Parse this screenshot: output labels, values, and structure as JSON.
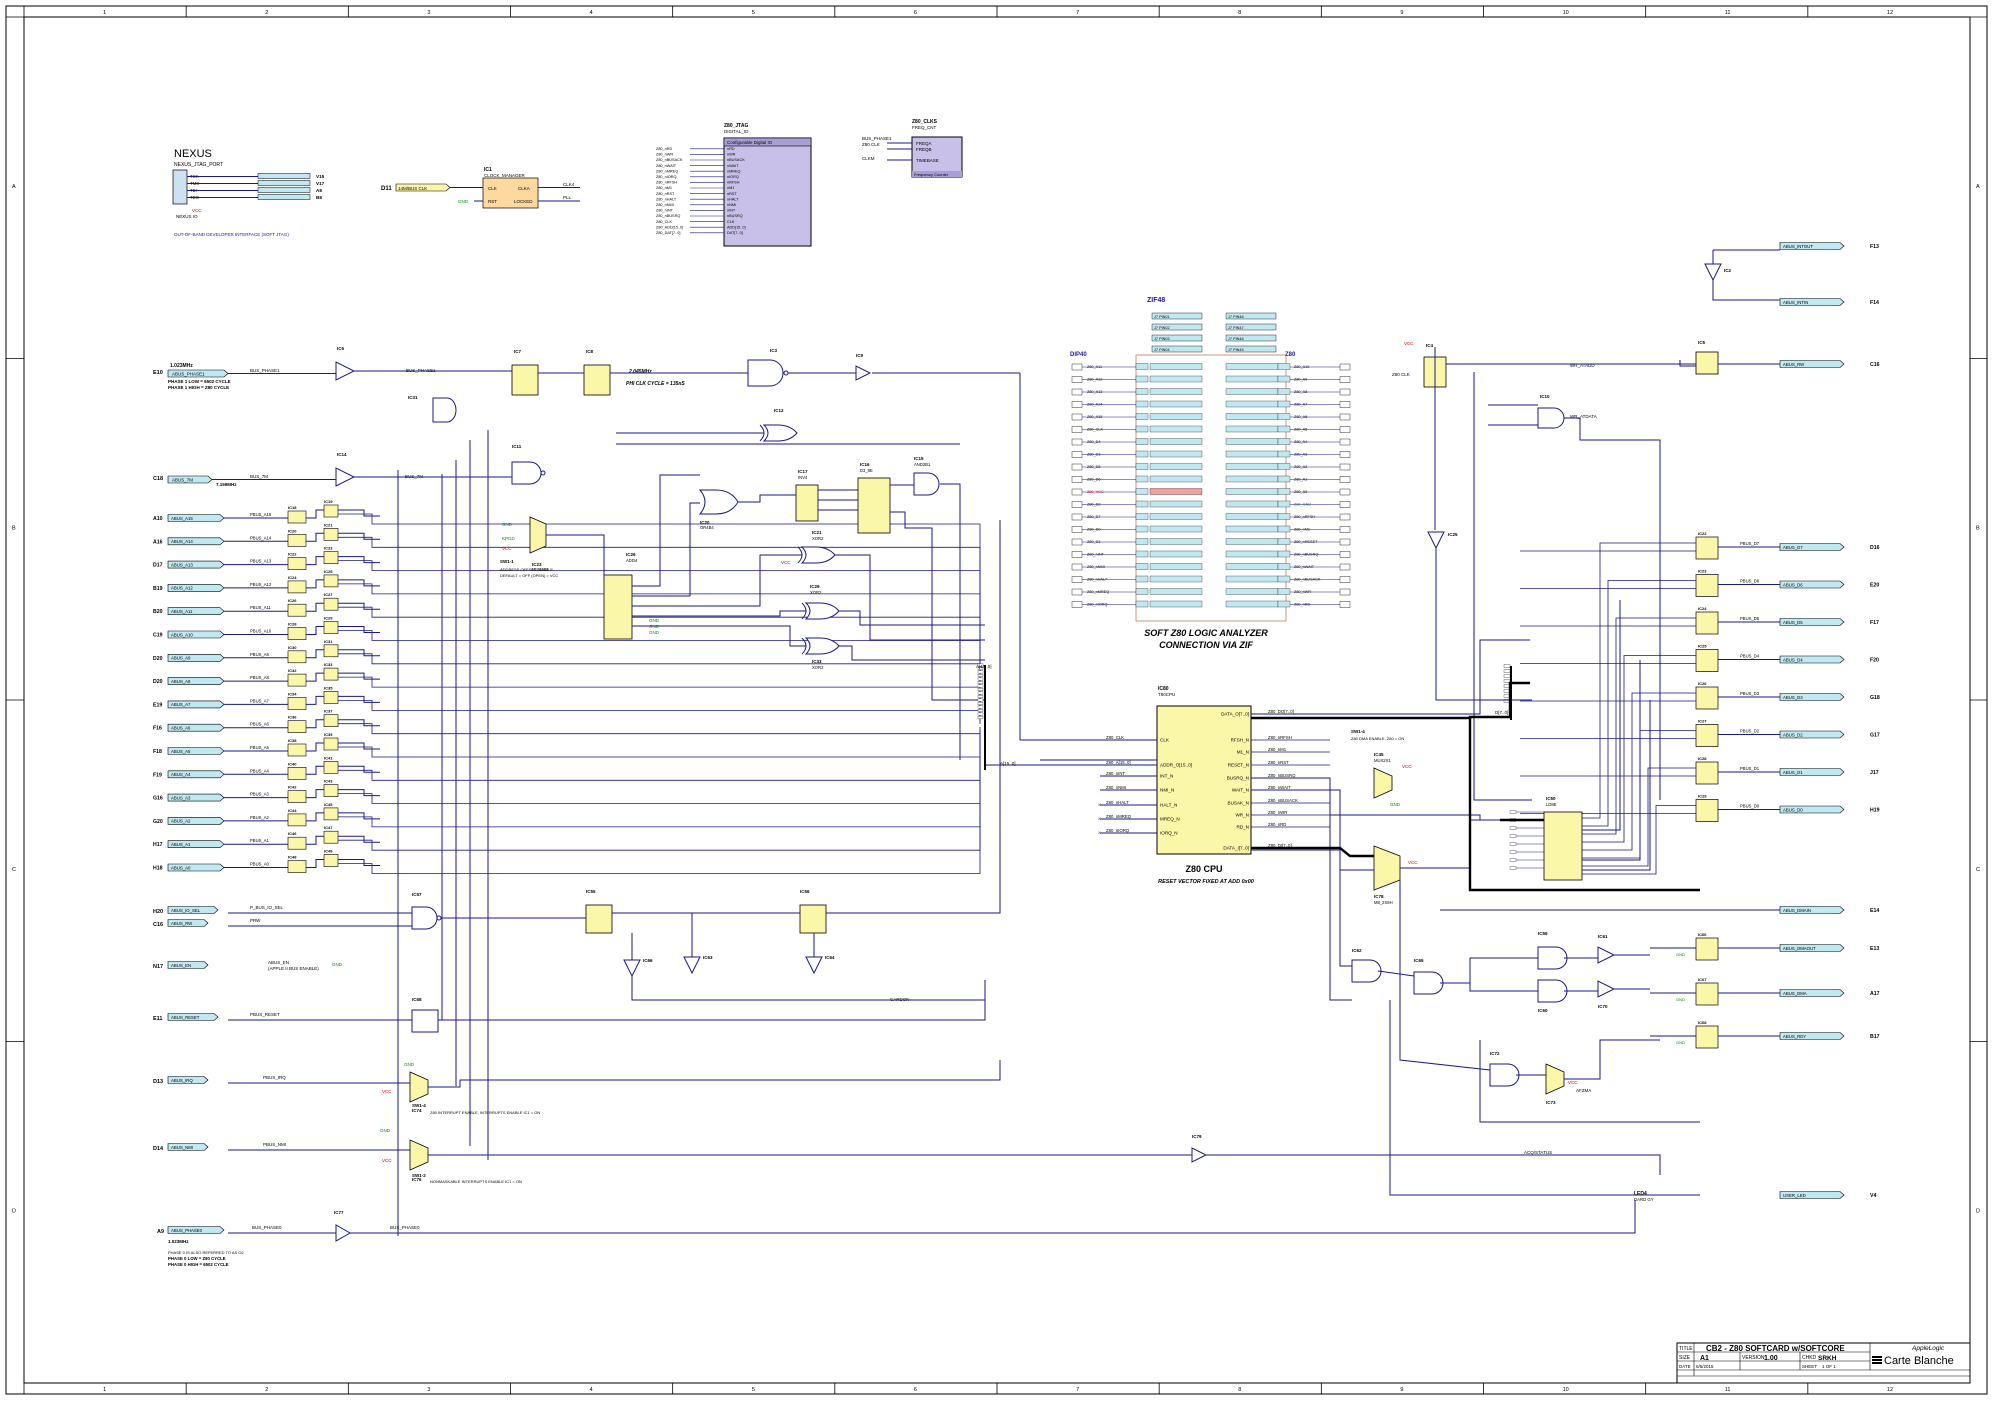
{
  "border": {
    "columns": [
      "1",
      "2",
      "3",
      "4",
      "5",
      "6",
      "7",
      "8",
      "9",
      "10",
      "11",
      "12"
    ],
    "rows": [
      "A",
      "B",
      "C",
      "D"
    ]
  },
  "nexus": {
    "title": "NEXUS",
    "subtitle": "NEXUS_JTAG_PORT",
    "ref": "NEXUS IO",
    "note": "OUT-OF-BAND DEVELOPER INTERFACE (SOFT JTAG)",
    "pins": [
      "TCK",
      "TMS",
      "TDI",
      "TDO"
    ],
    "connectors": [
      "V15",
      "V17",
      "A8",
      "B8"
    ],
    "vcc": "VCC"
  },
  "clock_manager": {
    "ref": "IC1",
    "name": "CLOCK_MANAGER",
    "in_label": "D11",
    "bus_in": "14M/BUS CLK",
    "ports_left": [
      "CLK",
      "RST"
    ],
    "ports_right": [
      "CLKA",
      "LOCKED"
    ],
    "out": [
      "CLK4",
      "PLL"
    ],
    "gnd": "GND"
  },
  "jtag": {
    "ref": "Z80_JTAG",
    "sub": "DIGITAL_IO",
    "header": "Configurable Digital IO",
    "signals": [
      "Z80_nRD",
      "Z80_nWR",
      "Z80_nBUSACK",
      "Z80_nWAIT",
      "Z80_nMREQ",
      "Z80_nIORQ",
      "Z80_nRFSH",
      "Z80_nM1",
      "Z80_nRST",
      "Z80_nHALT",
      "Z80_nNMI",
      "Z80_nINT",
      "Z80_nBUSRQ",
      "Z80_CLK",
      "Z80_ADD[15..0]",
      "Z80_DAT[7..0]"
    ]
  },
  "clks": {
    "ref": "Z80_CLKS",
    "sub": "FREQ_CNT",
    "inputs": [
      "BUS_PHASE1",
      "Z80 CLK",
      "CLKM"
    ],
    "ports": [
      "FREQA",
      "FREQB",
      "TIMEBASE"
    ],
    "footer": "Frequency Counter"
  },
  "zif": {
    "title": "ZIF48",
    "dip_label": "DIP40",
    "z80_label": "Z80",
    "caption1": "SOFT Z80 LOGIC ANALYZER",
    "caption2": "CONNECTION VIA ZIF",
    "top_rows": [
      "J7 PIN01",
      "J7 PIN02",
      "J7 PIN03",
      "J7 PIN04"
    ],
    "top_right": [
      "J7 PIN48",
      "J7 PIN47",
      "J7 PIN46",
      "J7 PIN45"
    ],
    "left_signals": [
      "Z80_A11",
      "Z80_A12",
      "Z80_A13",
      "Z80_A14",
      "Z80_A15",
      "Z80_CLK",
      "Z80_D4",
      "Z80_D3",
      "Z80_D5",
      "Z80_D6",
      "Z80_VCC",
      "Z80_D2",
      "Z80_D7",
      "Z80_D0",
      "Z80_D1",
      "Z80_nINT",
      "Z80_nNMI",
      "Z80_nHALT",
      "Z80_nMREQ",
      "Z80_nIORQ"
    ],
    "right_signals": [
      "Z80_A10",
      "Z80_A9",
      "Z80_A8",
      "Z80_A7",
      "Z80_A6",
      "Z80_A5",
      "Z80_A4",
      "Z80_A3",
      "Z80_A2",
      "Z80_A1",
      "Z80_A0",
      "Z80_GND",
      "Z80_nRFSH",
      "Z80_nM1",
      "Z80_nRESET",
      "Z80_nBUSRQ",
      "Z80_nWAIT",
      "Z80_nBUSACK",
      "Z80_nWR",
      "Z80_nRD"
    ]
  },
  "cpu": {
    "ref": "IC80",
    "sub": "T80CPU",
    "name": "Z80 CPU",
    "note": "RESET VECTOR FIXED AT ADD 0x00",
    "left_ports": [
      "CLK",
      "ADDR_O[15..0]",
      "INT_N",
      "NMI_N",
      "HALT_N",
      "MREQ_N",
      "IORQ_N"
    ],
    "right_ports": [
      "DATA_O[7..0]",
      "RFSH_N",
      "M1_N",
      "RESET_N",
      "BUSRQ_N",
      "WAIT_N",
      "BUSAK_N",
      "WR_N",
      "RD_N",
      "DATA_I[7..0]"
    ],
    "left_nets": [
      "Z80_CLK",
      "Z80_A[15..0]",
      "Z80_nINT",
      "Z80_nNMI",
      "Z80_nHALT",
      "Z80_nMREQ",
      "Z80_nIORQ"
    ],
    "right_nets": [
      "Z80_DO[7..0]",
      "Z80_nRFSH",
      "Z80_nM1",
      "Z80_nRST",
      "Z80_nBUSRQ",
      "Z80_nWAIT",
      "Z80_nBUSACK",
      "Z80_nWR",
      "Z80_nRD",
      "Z80_DI[7..0]"
    ]
  },
  "clock_section": {
    "e10": "E10",
    "freq1": "1.023MHz",
    "bus1": "ABUS_PHASE1",
    "note1": "PHASE 1 LOW = 6502 CYCLE",
    "note2": "PHASE 1 HIGH = Z80 CYCLE",
    "c18": "C18",
    "bus2": "ABUS_7M",
    "freq2": "7.159MHz",
    "net1": "BUS_PHASE1",
    "net2": "BUS_7M",
    "clk_note": "2.045MHz",
    "cycle_note": "PHI CLK CYCLE = 135nS",
    "ic6": "IC6",
    "ic7": "IC7",
    "ic8": "IC8",
    "ic3": "IC3",
    "ic9": "IC9",
    "ic14": "IC14",
    "ic11": "IC11",
    "ic31": "IC31",
    "ic12": "IC12"
  },
  "address_bus": {
    "connectors": [
      "A10",
      "A16",
      "D17",
      "B19",
      "B20",
      "C19",
      "D20",
      "D20",
      "E19",
      "F16",
      "F18",
      "F19",
      "G16",
      "G20",
      "H17",
      "H18"
    ],
    "abus": [
      "ABUS_A15",
      "ABUS_A14",
      "ABUS_A13",
      "ABUS_A12",
      "ABUS_A11",
      "ABUS_A10",
      "ABUS_A9",
      "ABUS_A8",
      "ABUS_A7",
      "ABUS_A6",
      "ABUS_A5",
      "ABUS_A4",
      "ABUS_A3",
      "ABUS_A2",
      "ABUS_A1",
      "ABUS_A0"
    ],
    "pbus": [
      "PBUS_A15",
      "PBUS_A14",
      "PBUS_A13",
      "PBUS_A12",
      "PBUS_A11",
      "PBUS_A10",
      "PBUS_A9",
      "PBUS_A8",
      "PBUS_A7",
      "PBUS_A6",
      "PBUS_A5",
      "PBUS_A4",
      "PBUS_A3",
      "PBUS_A2",
      "PBUS_A1",
      "PBUS_A0"
    ]
  },
  "middle": {
    "ic26": "IC26",
    "ic26sub": "ADD4",
    "ic16": "IC16",
    "ic16sub": "D3_8E",
    "ic17": "IC17",
    "ic17sub": "INV4",
    "ic15": "IC15",
    "ic15sub": "AND2B1",
    "ic20": "IC20",
    "ic20sub": "OR4B4",
    "ic21": "IC21",
    "ic21sub": "XOR2",
    "ic29": "IC29",
    "ic29sub": "XOR2",
    "ic33": "IC33",
    "ic33sub": "XOR2",
    "ic23": "IC23",
    "ic23sub": "MUX2X1",
    "sw": "SW1-1",
    "sw_note1": "ADDRESS OFFSET ENABLE",
    "sw_note2": "DEFAULT = OFF (OPEN) = VCC"
  },
  "bottom_left": {
    "h20": "H20",
    "bus_h20": "ABUS_IO_SEL",
    "pbus_h20": "P_BUS_IO_SEL",
    "c16": "C16",
    "bus_c16": "ABUS_RW",
    "pbus_c16": "PRW",
    "n17": "N17",
    "bus_n17": "ABUS_EN",
    "pbus_n17": "ABUS_EN",
    "en_note": "(APPLE II BUS ENABLE)",
    "e11": "E11",
    "bus_e11": "ABUS_RESET",
    "pbus_e11": "PBUS_RESET",
    "d13": "D13",
    "bus_d13": "ABUS_IRQ",
    "pbus_d13": "PBUS_IRQ",
    "d14": "D14",
    "bus_d14": "ABUS_NMI",
    "pbus_d14": "PBUS_NMI",
    "a9": "A9",
    "bus_a9": "ABUS_PHASE0",
    "pbus_a9": "BUS_PHASE0",
    "net_a9": "BUS_PHASE0",
    "freq": "1.023MHz",
    "note0a": "PHASE 0 IS ALSO REFERRED TO AS O2",
    "note0b": "PHASE 0 LOW = Z80 CYCLE",
    "note0c": "PHASE 0 HIGH = 6502 CYCLE",
    "sw4": "SW1-4",
    "sw4note": "Z80 INTERRUPT ENABLE, INTERRUPTS ENABLE IC1 = ON",
    "sw2": "SW1-2",
    "sw2note": "NONMASKABLE INTERRUPTS ENABLE IC1 = ON",
    "cardon": "CARDON",
    "acqstatus": "ACQ/STATUS"
  },
  "right_side": {
    "f13": "F13",
    "intout": "ABUS_INTOUT",
    "f14": "F14",
    "intin": "ABUS_INTIN",
    "c16": "C16",
    "rw": "ABUS_RW",
    "ic4": "IC4",
    "ic5": "IC5",
    "ic10": "IC10",
    "ic2": "IC2",
    "ic25": "IC25",
    "wr_atadd": "WR_ATADD",
    "wr_atdata": "WR_ATDATA",
    "data_conn": [
      "D16",
      "E20",
      "F17",
      "F20",
      "G18",
      "G17",
      "J17",
      "H19"
    ],
    "data_bus": [
      "ABUS_D7",
      "ABUS_D6",
      "ABUS_D5",
      "ABUS_D4",
      "ABUS_D3",
      "ABUS_D2",
      "ABUS_D1",
      "ABUS_D0"
    ],
    "data_pbus": [
      "PBUS_D7",
      "PBUS_D6",
      "PBUS_D5",
      "PBUS_D4",
      "PBUS_D3",
      "PBUS_D2",
      "PBUS_D1",
      "PBUS_D0"
    ],
    "e14": "E14",
    "dmain": "ABUS_DMAIN",
    "e13": "E13",
    "dmaout": "ABUS_DMAOUT",
    "a17": "A17",
    "dma": "ABUS_DMA",
    "b17": "B17",
    "rdy": "ABUS_RDY",
    "v4": "V4",
    "led": "LED4",
    "led_net": "USER_LED",
    "sw1_4": "SW1-4",
    "sw1_4note": "Z80 DMA ENABLE, Z80 = ON",
    "ic50": "IC50",
    "ic50sub": "LD8E",
    "ic45": "IC45",
    "ic45sub": "MUX2X1",
    "ic78": "IC78",
    "ic78sub": "M8_2X8H"
  },
  "title_block": {
    "title_label": "TITLE",
    "title": "CB2 - Z80 SOFTCARD w/SOFTCORE",
    "size_label": "SIZE",
    "size": "A1",
    "version_label": "VERSION",
    "version": "1.00",
    "chkd_label": "CHKD",
    "chkd": "SRKH",
    "logo_top": "AppleLogic",
    "logo": "Carte Blanche",
    "date_label": "DATE",
    "date_small": "6/5/2015",
    "sheet_label": "SHEET",
    "sheet": "1 OF 1"
  }
}
